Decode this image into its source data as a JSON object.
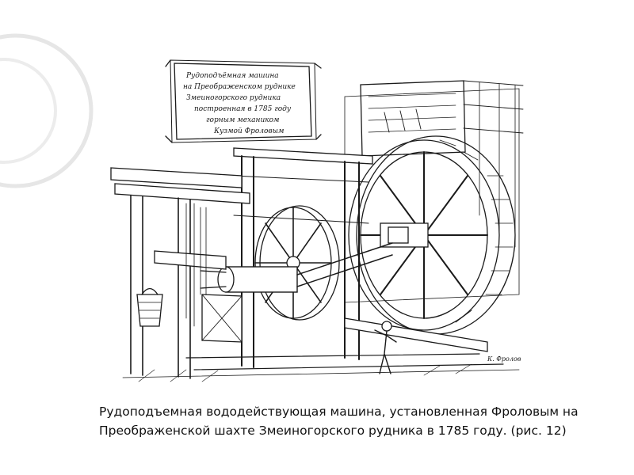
{
  "slide": {
    "caption_line1": "Рудоподъемная вододействующая машина, установленная Фроловым на",
    "caption_line2": "Преображенской шахте Змеиногорского рудника в 1785 году. (рис. 12)"
  },
  "illustration": {
    "signboard_lines": [
      "Рудоподъёмная машина",
      "на Преображенском руднике",
      "Змеиногорского рудника",
      "построенная в 1785 году",
      "горным механиком",
      "Кузмой Фроловым"
    ],
    "artist_signature": "К. Фролов"
  },
  "colors": {
    "background": "#ffffff",
    "deco_ring": "#e3e3e3",
    "ink": "#1a1a1a"
  }
}
